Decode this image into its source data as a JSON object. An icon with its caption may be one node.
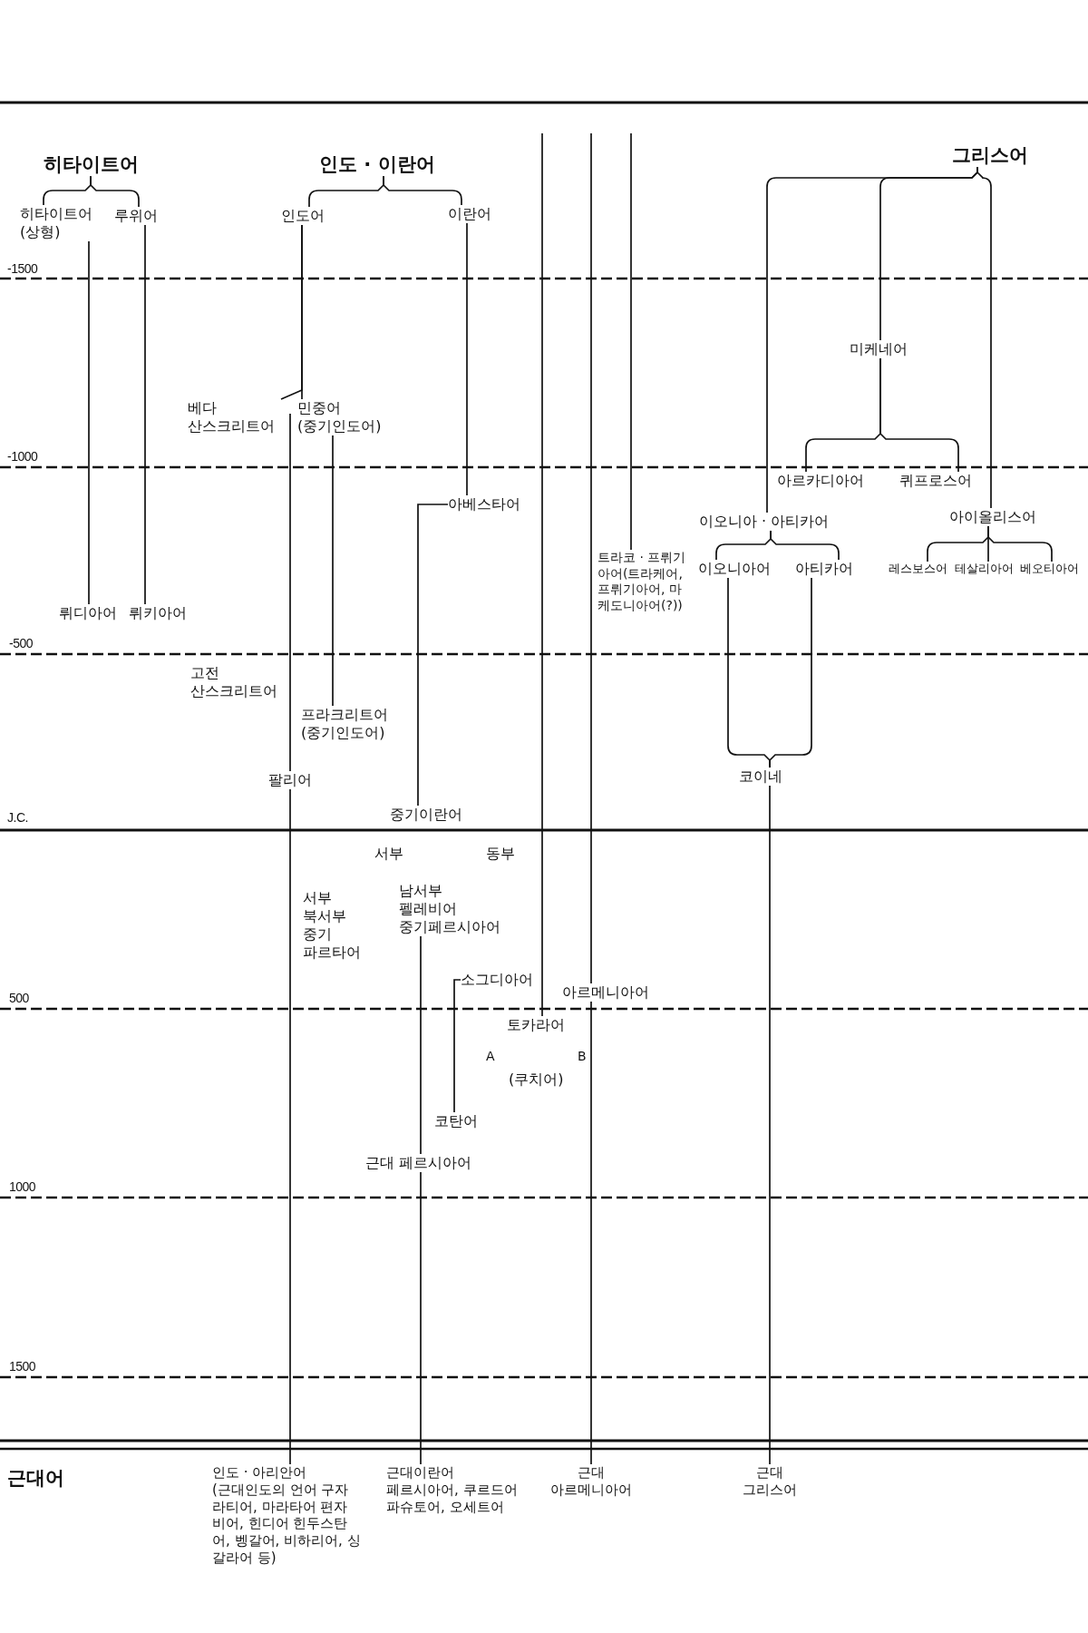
{
  "diagram": {
    "nodes": [
      {
        "text": [
          "히타이트어"
        ]
      },
      {
        "text": [
          "히타이트어 (상형)"
        ]
      },
      {
        "text": [
          "루위어"
        ]
      },
      {
        "text": [
          "인도 · 이란어"
        ]
      },
      {
        "text": [
          "인도어"
        ]
      },
      {
        "text": [
          "이란어"
        ]
      },
      {
        "text": [
          "그리스어"
        ]
      },
      {
        "text": [
          "미케네어"
        ]
      },
      {
        "text": [
          "베다 산스크리트어"
        ]
      },
      {
        "text": [
          "민중어 (중기인도어)"
        ]
      },
      {
        "text": [
          "아르카디아어"
        ]
      },
      {
        "text": [
          "퀴프로스어"
        ]
      },
      {
        "text": [
          "아베스타어"
        ]
      },
      {
        "text": [
          "아이올리스어"
        ]
      },
      {
        "text": [
          "이오니아 · 아티카어"
        ]
      },
      {
        "text": [
          "트라코 · 프뤼기아어(트라케어, 프뤼기아어, 마케도니아어(?))"
        ]
      },
      {
        "text": [
          "이오니아어"
        ]
      },
      {
        "text": [
          "아티카어"
        ]
      },
      {
        "text": [
          "레스보스어"
        ]
      },
      {
        "text": [
          "테살리아어"
        ]
      },
      {
        "text": [
          "베오티아어"
        ]
      },
      {
        "text": [
          "뤼디아어"
        ]
      },
      {
        "text": [
          "뤼키아어"
        ]
      },
      {
        "text": [
          "프라크리트어 (중기인도어)"
        ]
      },
      {
        "text": [
          "코이네"
        ]
      },
      {
        "text": [
          "팔리어"
        ]
      },
      {
        "text": [
          "중기이란어"
        ]
      },
      {
        "text": [
          "남서부 펠레비어 중기페르시아어"
        ]
      },
      {
        "text": [
          "소그디아어"
        ]
      },
      {
        "text": [
          "아르메니아어"
        ]
      },
      {
        "text": [
          "토카라어"
        ]
      },
      {
        "text": [
          "코탄어"
        ]
      },
      {
        "text": [
          "근대 페르시아어"
        ]
      },
      {
        "text": [
          "인도 · 아리안어",
          "(근대인도의 언어 구자라티어, 마라타어 편자비어, 힌디어 힌두스탄어, 벵갈어, 비하리어, 싱갈라어 등)"
        ]
      },
      {
        "text": [
          "근대이란어",
          "페르시아어, 쿠르드어 파슈토어, 오세트어"
        ]
      },
      {
        "text": [
          "근대 아르메니아어"
        ]
      },
      {
        "text": [
          "근대 그리스어"
        ]
      }
    ],
    "edges": [
      {
        "from": 0,
        "to": 1,
        "arrow": "none"
      },
      {
        "from": 0,
        "to": 2,
        "arrow": "none"
      },
      {
        "from": 3,
        "to": 4,
        "arrow": "none"
      },
      {
        "from": 3,
        "to": 5,
        "arrow": "none"
      },
      {
        "from": 6,
        "to": 14,
        "arrow": "none"
      },
      {
        "from": 6,
        "to": 7,
        "arrow": "none"
      },
      {
        "from": 6,
        "to": 13,
        "arrow": "none"
      },
      {
        "from": null,
        "to": 30,
        "arrow": "none"
      },
      {
        "from": null,
        "to": 29,
        "arrow": "none"
      },
      {
        "from": null,
        "to": 15,
        "arrow": "none"
      },
      {
        "from": 1,
        "to": 21,
        "arrow": "none"
      },
      {
        "from": 2,
        "to": 22,
        "arrow": "none"
      },
      {
        "from": 4,
        "to": 8,
        "arrow": "none"
      },
      {
        "from": 4,
        "to": 9,
        "arrow": "none"
      },
      {
        "from": 5,
        "to": 12,
        "arrow": "none"
      },
      {
        "from": 7,
        "to": 10,
        "arrow": "none"
      },
      {
        "from": 7,
        "to": 11,
        "arrow": "none"
      },
      {
        "from": 14,
        "to": 16,
        "arrow": "none"
      },
      {
        "from": 14,
        "to": 17,
        "arrow": "none"
      },
      {
        "from": 13,
        "to": 18,
        "arrow": "none"
      },
      {
        "from": 13,
        "to": 19,
        "arrow": "none"
      },
      {
        "from": 13,
        "to": 20,
        "arrow": "none"
      },
      {
        "from": 8,
        "to": 25,
        "label": "고전 산스크리트어",
        "arrow": "none"
      },
      {
        "from": 9,
        "to": 23,
        "arrow": "none"
      },
      {
        "from": 12,
        "to": 26,
        "arrow": "none"
      },
      {
        "from": 16,
        "to": 24,
        "arrow": "none"
      },
      {
        "from": 17,
        "to": 24,
        "arrow": "none"
      },
      {
        "from": 25,
        "to": 33,
        "arrow": "none"
      },
      {
        "from": 27,
        "to": 32,
        "arrow": "none"
      },
      {
        "from": 28,
        "to": 31,
        "arrow": "none"
      },
      {
        "from": 32,
        "to": 34,
        "arrow": "none"
      },
      {
        "from": 29,
        "to": 35,
        "arrow": "none"
      },
      {
        "from": 24,
        "to": 36,
        "arrow": "none"
      }
    ],
    "labels": [
      "-1500",
      "-1000",
      "-500",
      "J.C.",
      "서부",
      "동부",
      "서부 북서부 중기 파르타어",
      "500",
      "A",
      "B",
      "(쿠치어)",
      "1000",
      "1500",
      "근대어"
    ]
  }
}
